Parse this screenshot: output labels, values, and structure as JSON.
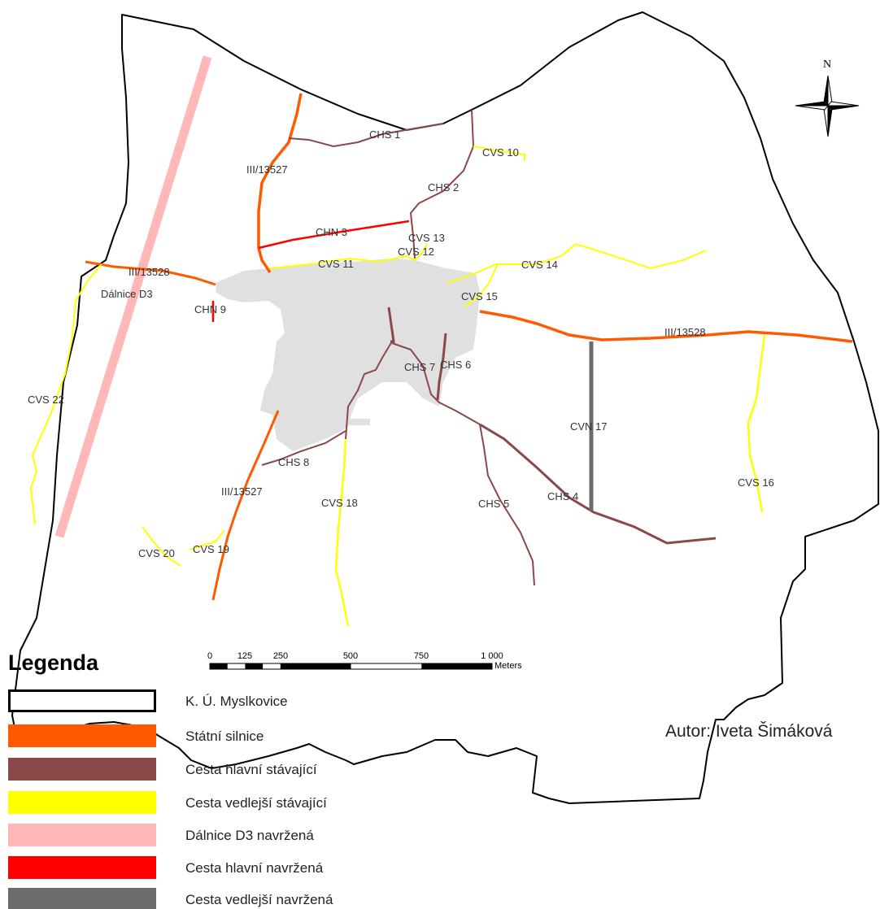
{
  "colors": {
    "state_road": "#ff5a00",
    "main_existing": "#8b4848",
    "side_existing": "#ffff00",
    "motorway_proposed": "#ffb7b7",
    "main_proposed": "#ff0000",
    "side_proposed": "#6b6b6b",
    "village": "#e0e0e0"
  },
  "compass": {
    "north": "N"
  },
  "scale_bar": {
    "ticks": [
      "0",
      "125",
      "250",
      "500",
      "750",
      "1 000"
    ],
    "unit": "Meters"
  },
  "legend": {
    "title": "Legenda",
    "items": [
      {
        "label": "K. Ú. Myslkovice",
        "color": "#ffffff",
        "type": "boundary"
      },
      {
        "label": "Státní silnice",
        "color": "#ff5a00",
        "type": "fill"
      },
      {
        "label": "Cesta hlavní stávající",
        "color": "#8b4848",
        "type": "fill"
      },
      {
        "label": "Cesta vedlejší stávající",
        "color": "#ffff00",
        "type": "fill"
      },
      {
        "label": "Dálnice D3 navržená",
        "color": "#ffb7b7",
        "type": "fill"
      },
      {
        "label": "Cesta hlavní navržená",
        "color": "#ff0000",
        "type": "fill"
      },
      {
        "label": "Cesta vedlejší navržená",
        "color": "#6b6b6b",
        "type": "fill"
      }
    ]
  },
  "author": "Autor: Iveta Šimáková",
  "labels": {
    "chs1": "CHS 1",
    "chs2": "CHS 2",
    "chs4": "CHS 4",
    "chs5": "CHS 5",
    "chs6": "CHS 6",
    "chs7": "CHS 7",
    "chs8": "CHS 8",
    "chn3": "CHN 3",
    "chn9": "CHN 9",
    "cvs10": "CVS 10",
    "cvs11": "CVS 11",
    "cvs12": "CVS 12",
    "cvs13": "CVS 13",
    "cvs14": "CVS 14",
    "cvs15": "CVS 15",
    "cvs16": "CVS 16",
    "cvs18": "CVS 18",
    "cvs19": "CVS 19",
    "cvs20": "CVS 20",
    "cvs22": "CVS 22",
    "cvn17": "CVN 17",
    "iii13527a": "III/13527",
    "iii13527b": "III/13527",
    "iii13528a": "III/13528",
    "iii13528b": "III/13528",
    "dalnice": "Dálnice D3"
  }
}
